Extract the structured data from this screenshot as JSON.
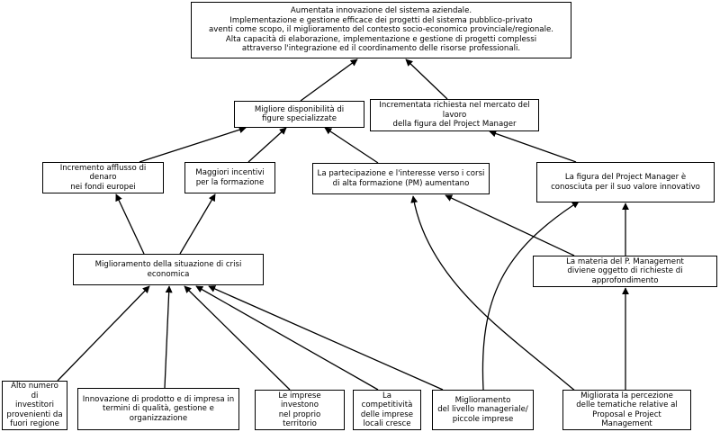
{
  "nodes": {
    "top": "Aumentata innovazione del sistema aziendale.\nImplementazione e gestione efficace dei progetti del sistema pubblico-privato\naventi come scopo, il miglioramento del contesto socio-economico provinciale/regionale.\nAlta capacità di elaborazione, implementazione e gestione di progetti complessi\nattraverso l'integrazione ed il coordinamento delle risorse professionali.",
    "figure_spec": "Migliore disponibilità di\nfigure specializzate",
    "richiesta_pm": "Incrementata richiesta nel mercato del lavoro\ndella figura del Project Manager",
    "fondi": "Incremento afflusso di denaro\nnei fondi europei",
    "incentivi": "Maggiori incentivi\nper la formazione",
    "partecipazione": "La partecipazione e l'interesse verso i corsi\ndi alta formazione (PM) aumentano",
    "pm_conosciuta": "La figura del Project Manager è\nconosciuta per il suo valore innovativo",
    "crisi": "Miglioramento della situazione di crisi economica",
    "materia": "La materia del P. Management\ndiviene oggetto di richieste di approfondimento",
    "investitori": "Alto numero di\ninvestitori\nprovenienti da\nfuori regione",
    "innovazione": "Innovazione di prodotto e di impresa in\ntermini di qualità, gestione e\norganizzazione",
    "investono": "Le imprese investono\nnel proprio\nterritorio",
    "competitivita": "La competitività\ndelle imprese\nlocali cresce",
    "manageriale": "Miglioramento\ndel livello manageriale/\npiccole imprese",
    "percezione": "Migliorata la percezione\ndelle tematiche relative al\nProposal e Project Management"
  }
}
